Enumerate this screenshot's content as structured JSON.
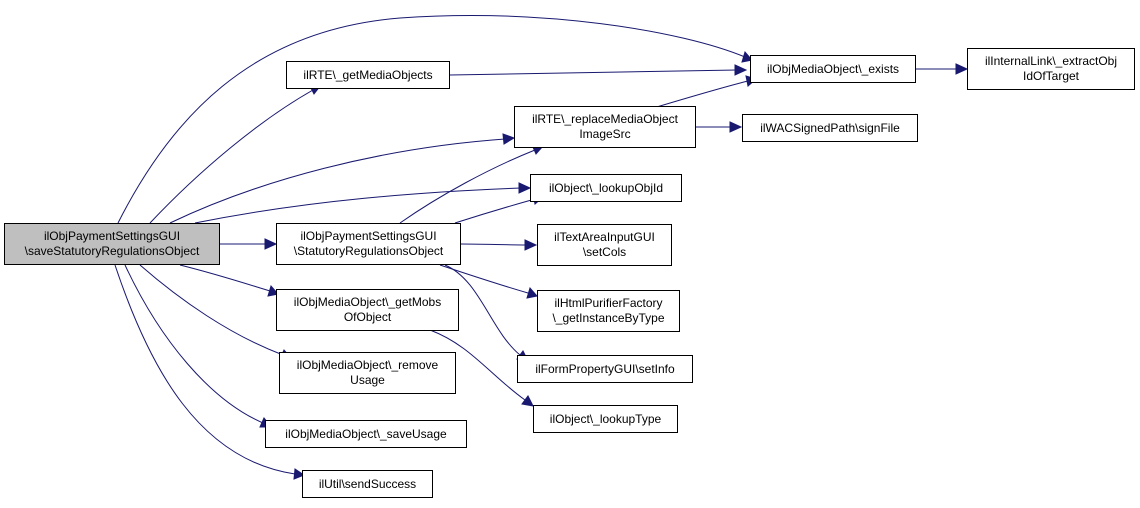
{
  "graph": {
    "colors": {
      "edge": "#191970",
      "root_fill": "#bfbfbf",
      "node_fill": "#ffffff",
      "border": "#000000"
    },
    "nodes": {
      "root": {
        "line1": "ilObjPaymentSettingsGUI",
        "line2": "\\saveStatutoryRegulationsObject"
      },
      "rte_get": {
        "line1": "ilRTE\\_getMediaObjects"
      },
      "exists": {
        "line1": "ilObjMediaObject\\_exists"
      },
      "extract": {
        "line1": "ilInternalLink\\_extractObj",
        "line2": "IdOfTarget"
      },
      "rte_replace": {
        "line1": "ilRTE\\_replaceMediaObject",
        "line2": "ImageSrc"
      },
      "sign": {
        "line1": "ilWACSignedPath\\signFile"
      },
      "lookup_id": {
        "line1": "ilObject\\_lookupObjId"
      },
      "statutory": {
        "line1": "ilObjPaymentSettingsGUI",
        "line2": "\\StatutoryRegulationsObject"
      },
      "setcols": {
        "line1": "ilTextAreaInputGUI",
        "line2": "\\setCols"
      },
      "purifier": {
        "line1": "ilHtmlPurifierFactory",
        "line2": "\\_getInstanceByType"
      },
      "setinfo": {
        "line1": "ilFormPropertyGUI\\setInfo"
      },
      "lookup_type": {
        "line1": "ilObject\\_lookupType"
      },
      "getmobs": {
        "line1": "ilObjMediaObject\\_getMobs",
        "line2": "OfObject"
      },
      "remove": {
        "line1": "ilObjMediaObject\\_remove",
        "line2": "Usage"
      },
      "save": {
        "line1": "ilObjMediaObject\\_saveUsage"
      },
      "success": {
        "line1": "ilUtil\\sendSuccess"
      }
    }
  }
}
